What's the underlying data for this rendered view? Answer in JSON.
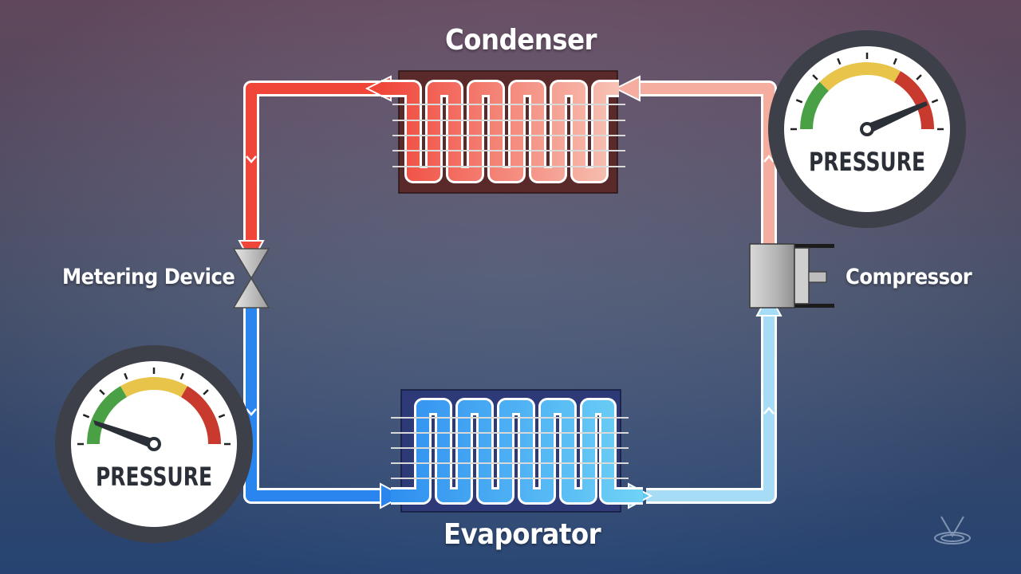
{
  "labels": {
    "condenser": "Condenser",
    "evaporator": "Evaporator",
    "metering_device": "Metering Device",
    "compressor": "Compressor"
  },
  "gauges": {
    "high_side": {
      "text": "PRESSURE",
      "needle_zone": "red"
    },
    "low_side": {
      "text": "PRESSURE",
      "needle_zone": "green"
    }
  },
  "colors": {
    "background_top": "#6e5168",
    "background_bottom": "#2b4c80",
    "hot_refrigerant": "#f0463a",
    "hot_refrigerant_light": "#f6b4a6",
    "cold_refrigerant": "#2b8ef0",
    "cold_refrigerant_light": "#a8dcf6",
    "condenser_box": "#5a2a2a",
    "evaporator_box": "#2e3978",
    "gauge_green": "#4aa045",
    "gauge_yellow": "#e8c44a",
    "gauge_red": "#c8392e"
  },
  "logo": {
    "icon": "water-drop-v-logo-icon"
  }
}
